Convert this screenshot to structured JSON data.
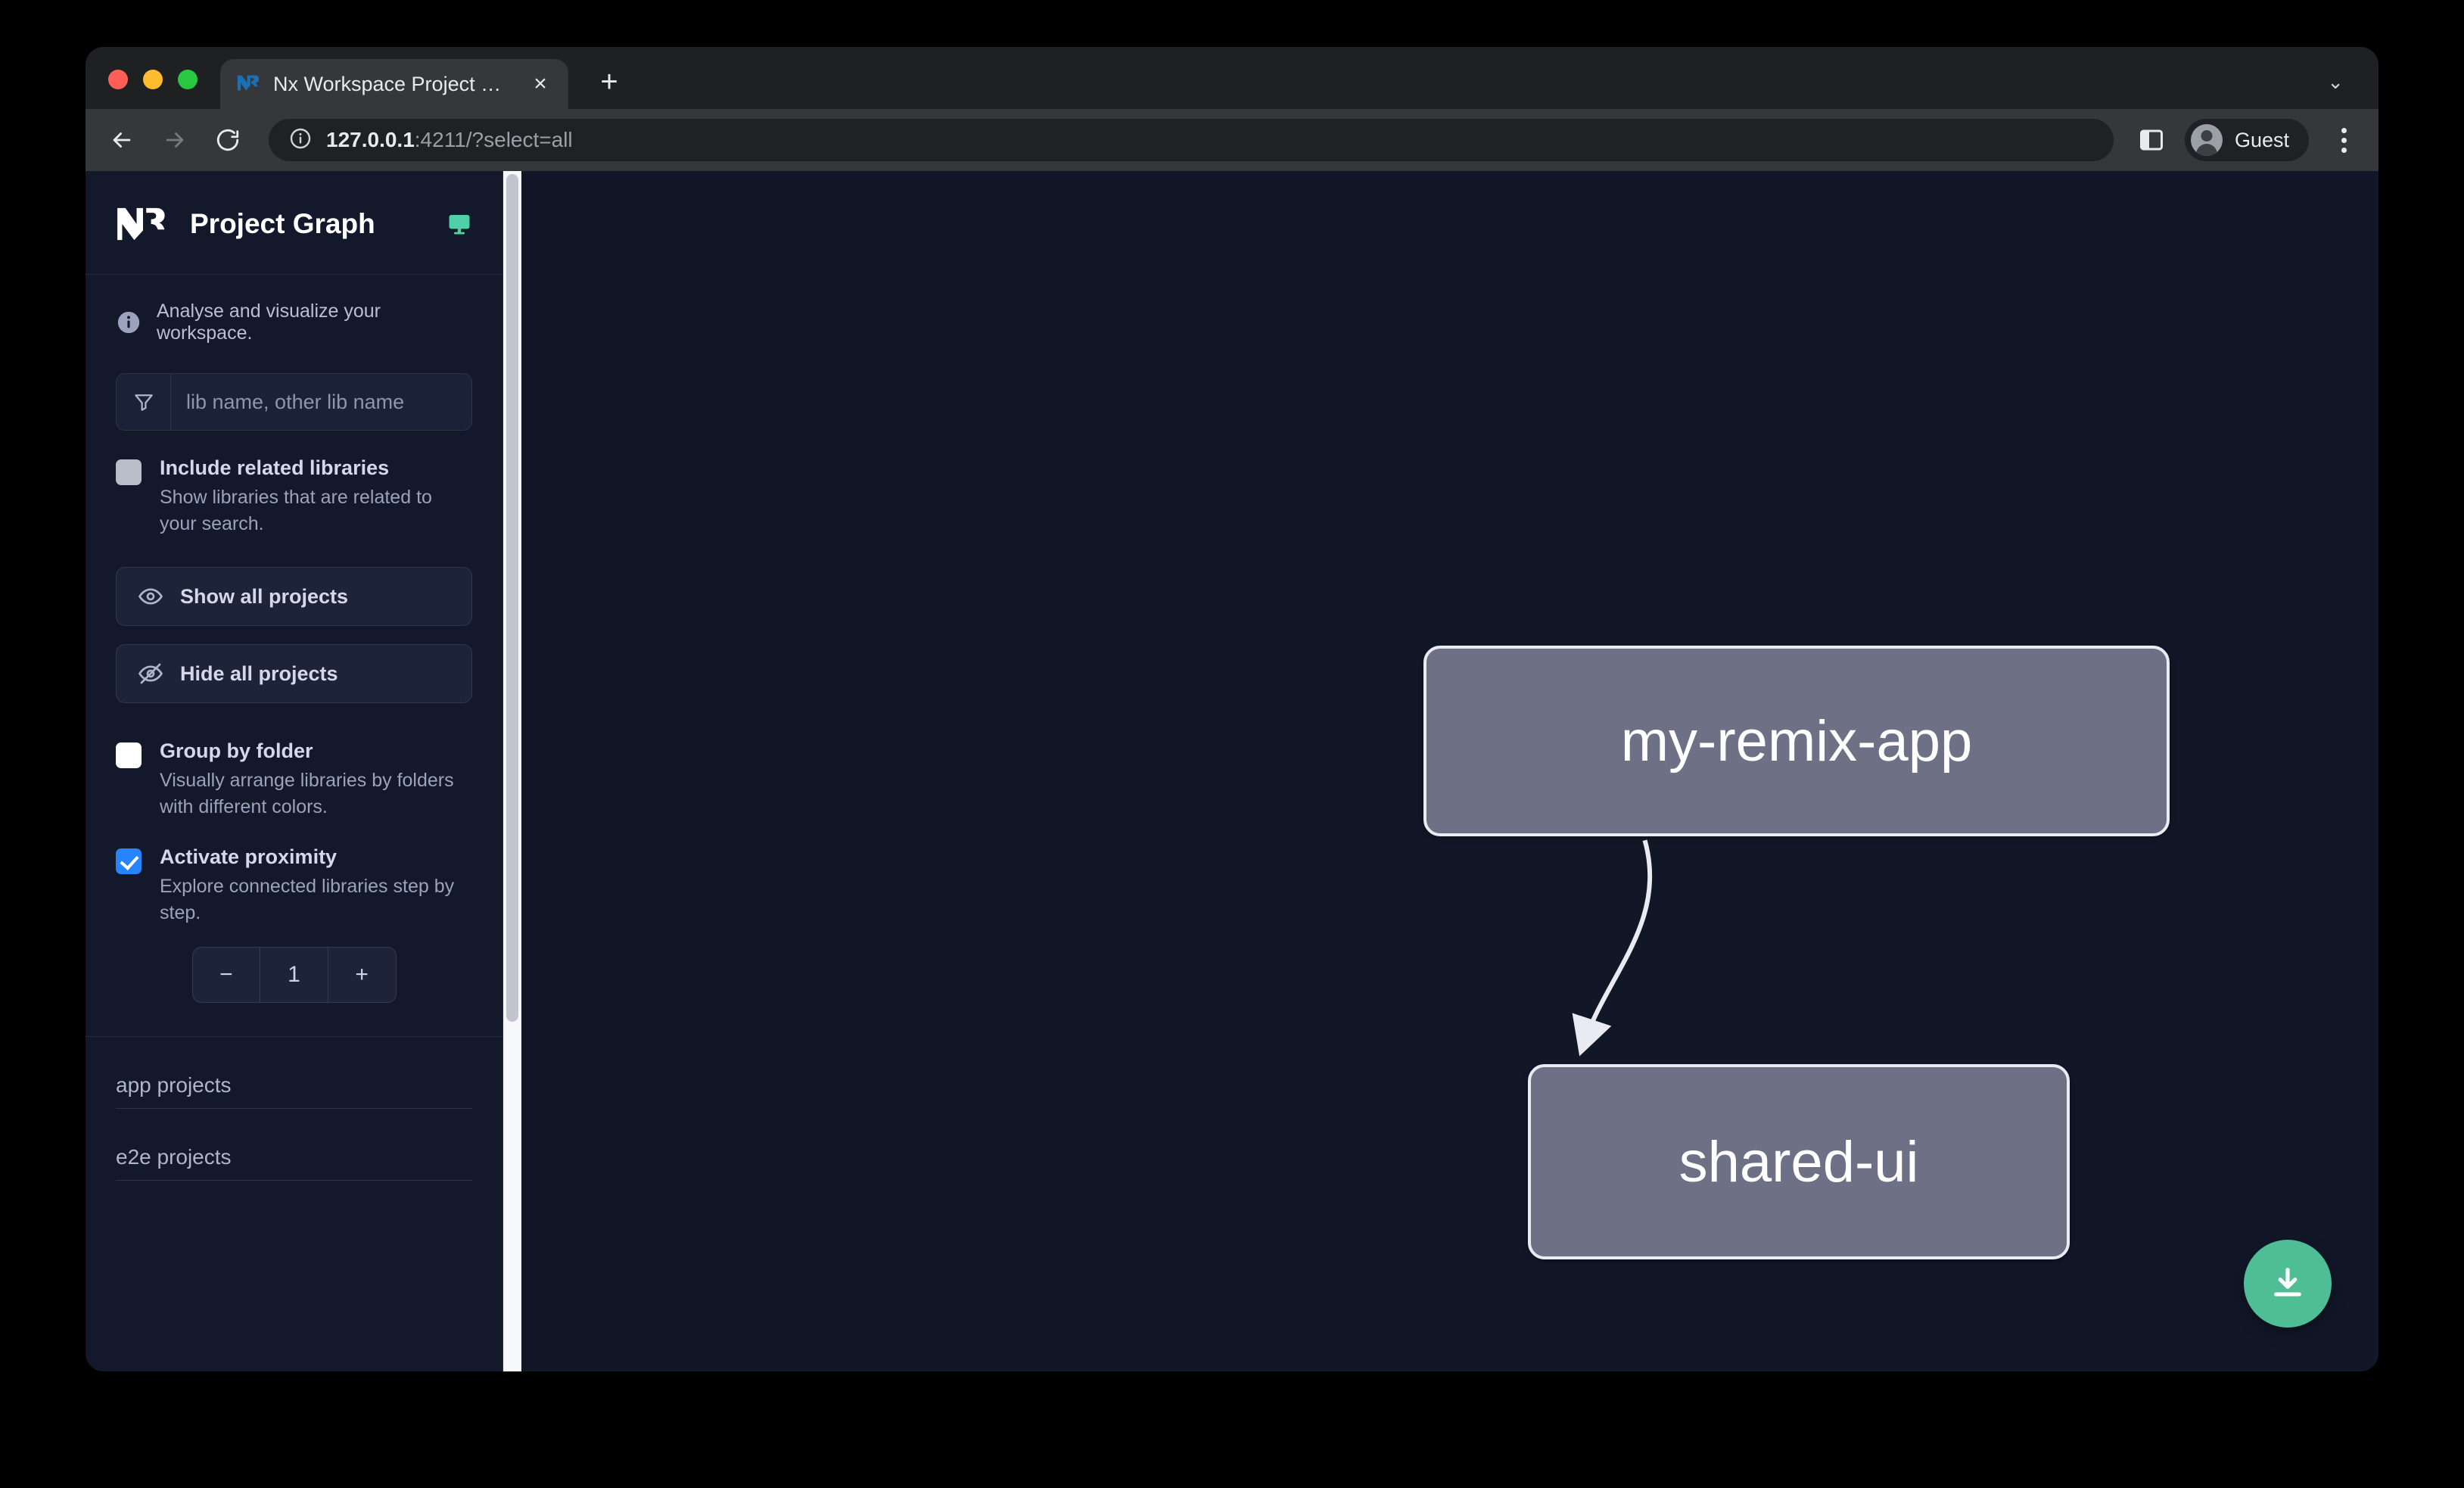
{
  "browser": {
    "tab": {
      "title": "Nx Workspace Project Graph",
      "favicon": "nx-logo-icon",
      "close": "×"
    },
    "new_tab_label": "+",
    "tablist_caret": "⌄",
    "back_icon": "arrow-left-icon",
    "forward_icon": "arrow-right-icon",
    "reload_icon": "reload-icon",
    "url": {
      "host": "127.0.0.1",
      "rest": ":4211/?select=all"
    },
    "site_info_icon": "info-circle-icon",
    "side_panel_icon": "side-panel-icon",
    "profile_label": "Guest",
    "menu_icon": "kebab-menu-icon"
  },
  "sidebar": {
    "logo": "nx-logo",
    "title": "Project Graph",
    "monitor_icon": "monitor-icon",
    "info_icon": "info-icon",
    "info_text": "Analyse and visualize your workspace.",
    "filter": {
      "icon": "filter-funnel-icon",
      "placeholder": "lib name, other lib name",
      "value": ""
    },
    "options": [
      {
        "id": "include-related-libraries",
        "label": "Include related libraries",
        "description": "Show libraries that are related to your search.",
        "checked": false,
        "style": "grey"
      },
      {
        "id": "group-by-folder",
        "label": "Group by folder",
        "description": "Visually arrange libraries by folders with different colors.",
        "checked": false,
        "style": "white"
      },
      {
        "id": "activate-proximity",
        "label": "Activate proximity",
        "description": "Explore connected libraries step by step.",
        "checked": true,
        "style": "blue"
      }
    ],
    "buttons": [
      {
        "id": "show-all-projects",
        "label": "Show all projects",
        "icon": "eye-icon"
      },
      {
        "id": "hide-all-projects",
        "label": "Hide all projects",
        "icon": "eye-slash-icon"
      }
    ],
    "stepper": {
      "decrement": "−",
      "value": "1",
      "increment": "+"
    },
    "sections": [
      {
        "id": "app-projects",
        "label": "app projects"
      },
      {
        "id": "e2e-projects",
        "label": "e2e projects"
      }
    ]
  },
  "graph": {
    "nodes": [
      {
        "id": "my-remix-app",
        "label": "my-remix-app",
        "type": "app"
      },
      {
        "id": "shared-ui",
        "label": "shared-ui",
        "type": "lib"
      }
    ],
    "edges": [
      {
        "from": "my-remix-app",
        "to": "shared-ui",
        "arrow": "directed"
      }
    ],
    "download_button": {
      "icon": "download-icon",
      "label": ""
    }
  },
  "colors": {
    "accent_green": "#4fbd95",
    "checkbox_blue": "#2684ff",
    "node_fill": "#6e7186",
    "node_border": "#e9eaf2",
    "sidebar_bg": "#13182b",
    "canvas_bg": "#111727"
  }
}
